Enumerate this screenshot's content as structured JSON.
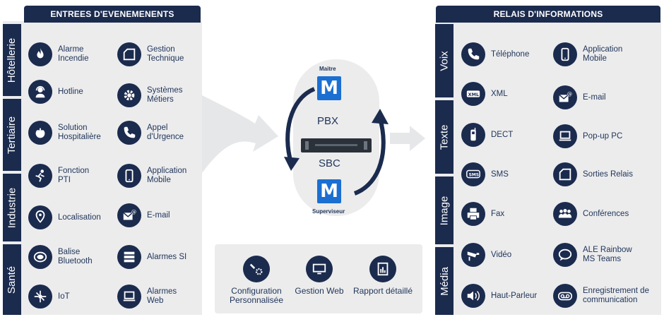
{
  "left": {
    "title": "ENTREES D'EVENEMENENTS",
    "sectors": [
      "Hôtellerie",
      "Tertiaire",
      "Industrie",
      "Santé"
    ],
    "items": [
      {
        "icon": "flame-icon",
        "label": "Alarme\nIncendie"
      },
      {
        "icon": "gestion-technique-icon",
        "label": "Gestion\nTechnique"
      },
      {
        "icon": "headset-icon",
        "label": "Hotline"
      },
      {
        "icon": "gear-icon",
        "label": "Systèmes\nMétiers"
      },
      {
        "icon": "nurse-icon",
        "label": "Solution\nHospitalière"
      },
      {
        "icon": "phone-icon",
        "label": "Appel\nd'Urgence"
      },
      {
        "icon": "falling-person-icon",
        "label": "Fonction\nPTI"
      },
      {
        "icon": "mobile-icon",
        "label": "Application\nMobile"
      },
      {
        "icon": "location-pin-icon",
        "label": "Localisation"
      },
      {
        "icon": "email-icon",
        "label": "E-mail"
      },
      {
        "icon": "bluetooth-beacon-icon",
        "label": "Balise\nBluetooth"
      },
      {
        "icon": "server-icon",
        "label": "Alarmes SI"
      },
      {
        "icon": "iot-icon",
        "label": "IoT"
      },
      {
        "icon": "laptop-icon",
        "label": "Alarmes\nWeb"
      }
    ]
  },
  "right": {
    "title": "RELAIS D'INFORMATIONS",
    "sectors": [
      "Voix",
      "Texte",
      "Image",
      "Média"
    ],
    "items": [
      {
        "icon": "phone-icon",
        "label": "Téléphone"
      },
      {
        "icon": "mobile-icon",
        "label": "Application\nMobile"
      },
      {
        "icon": "xml-icon",
        "label": "XML"
      },
      {
        "icon": "email-icon",
        "label": "E-mail"
      },
      {
        "icon": "dect-icon",
        "label": "DECT"
      },
      {
        "icon": "laptop-icon",
        "label": "Pop-up PC"
      },
      {
        "icon": "sms-icon",
        "label": "SMS"
      },
      {
        "icon": "relay-icon",
        "label": "Sorties Relais"
      },
      {
        "icon": "fax-icon",
        "label": "Fax"
      },
      {
        "icon": "conference-icon",
        "label": "Conférences"
      },
      {
        "icon": "camera-icon",
        "label": "Vidéo"
      },
      {
        "icon": "chat-bubble-icon",
        "label": "ALE Rainbow\nMS Teams"
      },
      {
        "icon": "speaker-icon",
        "label": "Haut-Parleur"
      },
      {
        "icon": "voicemail-icon",
        "label": "Enregistrement de\ncommunication"
      }
    ]
  },
  "center": {
    "master_label": "Maitre",
    "supervisor_label": "Superviseur",
    "logo_letter": "M",
    "pbx_label": "PBX",
    "sbc_label": "SBC"
  },
  "bottom": [
    {
      "icon": "config-tools-icon",
      "label": "Configuration\nPersonnalisée"
    },
    {
      "icon": "monitor-icon",
      "label": "Gestion Web"
    },
    {
      "icon": "report-icon",
      "label": "Rapport détaillé"
    }
  ],
  "colors": {
    "navy": "#1b2b4e",
    "panel": "#ececed",
    "accent_blue": "#1b6fd1",
    "text": "#1f3458"
  }
}
